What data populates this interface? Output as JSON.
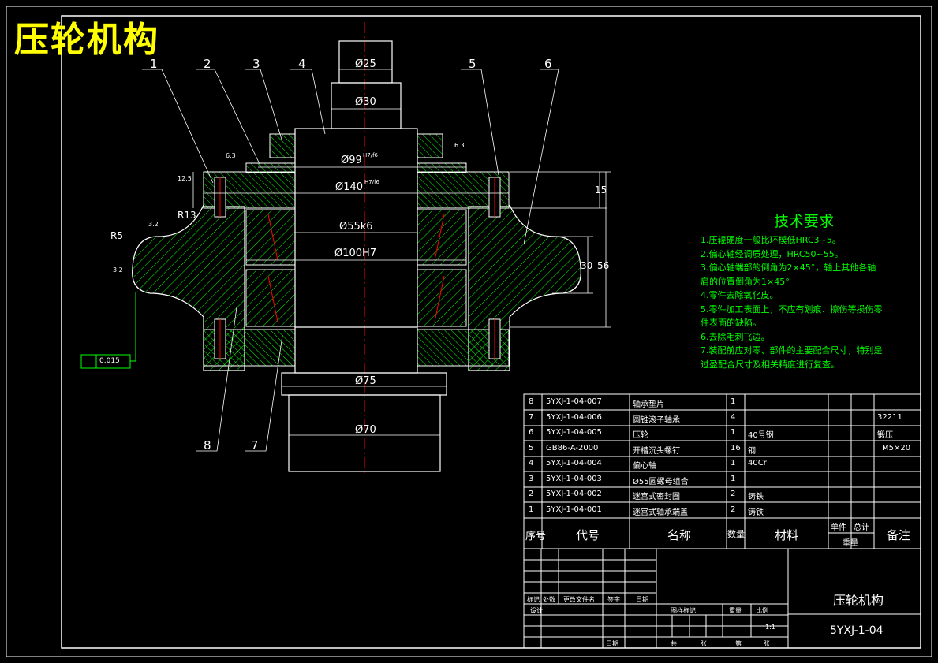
{
  "title": "压轮机构",
  "balloons": [
    "1",
    "2",
    "3",
    "4",
    "5",
    "6",
    "7",
    "8"
  ],
  "dims": {
    "d25": "Ø25",
    "d30": "Ø30",
    "d99": "Ø99",
    "d99tol": "H7/f6",
    "d140": "Ø140",
    "d140tol": "H7/f6",
    "d55": "Ø55k6",
    "d100": "Ø100H7",
    "d75": "Ø75",
    "d70": "Ø70",
    "r13": "R13",
    "r5": "R5",
    "rough1": "6.3",
    "rough2": "6.3",
    "rough3": "3.2",
    "rough4": "3.2",
    "h125": "12.5",
    "h15": "15",
    "h30": "30",
    "h56": "56",
    "flatness": "0.015"
  },
  "tech_req": {
    "heading": "技术要求",
    "lines": [
      "1.压辊硬度一般比环模低HRC3~5。",
      "2.偏心轴经调质处理，HRC50~55。",
      "3.偏心轴端部的倒角为2×45°，轴上其他各轴",
      "肩的位置倒角为1×45°",
      "4.零件去除氧化皮。",
      "5.零件加工表面上，不应有划痕、擦伤等损伤零",
      "件表面的缺陷。",
      "6.去除毛刺飞边。",
      "7.装配前应对零、部件的主要配合尺寸，特别是",
      "过盈配合尺寸及相关精度进行复查。"
    ]
  },
  "bom": {
    "rows": [
      {
        "no": "8",
        "code": "5YXJ-1-04-007",
        "name": "轴承垫片",
        "qty": "1",
        "mat": "",
        "note": ""
      },
      {
        "no": "7",
        "code": "5YXJ-1-04-006",
        "name": "圆锥滚子轴承",
        "qty": "4",
        "mat": "",
        "note": "32211"
      },
      {
        "no": "6",
        "code": "5YXJ-1-04-005",
        "name": "压轮",
        "qty": "1",
        "mat": "40号钢",
        "note": "锻压"
      },
      {
        "no": "5",
        "code": "GB86-A-2000",
        "name": "开槽沉头螺钉",
        "qty": "16",
        "mat": "钢",
        "note": "M5×20"
      },
      {
        "no": "4",
        "code": "5YXJ-1-04-004",
        "name": "偏心轴",
        "qty": "1",
        "mat": "40Cr",
        "note": ""
      },
      {
        "no": "3",
        "code": "5YXJ-1-04-003",
        "name": "Ø55圆螺母组合",
        "qty": "1",
        "mat": "",
        "note": ""
      },
      {
        "no": "2",
        "code": "5YXJ-1-04-002",
        "name": "迷宫式密封圈",
        "qty": "2",
        "mat": "铸铁",
        "note": ""
      },
      {
        "no": "1",
        "code": "5YXJ-1-04-001",
        "name": "迷宫式轴承端盖",
        "qty": "2",
        "mat": "铸铁",
        "note": ""
      }
    ],
    "header": {
      "no": "序号",
      "code": "代号",
      "name": "名称",
      "qty": "数量",
      "mat": "材料",
      "single": "单件",
      "total": "总计",
      "weight": "重量",
      "note": "备注"
    }
  },
  "titleblock": {
    "name": "压轮机构",
    "drawing_no": "5YXJ-1-04",
    "scale": "1:1",
    "labels": {
      "mark": "标记",
      "count": "处数",
      "file": "更改文件名",
      "sign": "签字",
      "date": "日期",
      "design": "设计",
      "stage": "图样标记",
      "weight": "重量",
      "scale": "比例",
      "date2": "日期",
      "total": "共",
      "page_of": "张",
      "sheet": "第",
      "page": "张"
    }
  },
  "colors": {
    "bg": "#000000",
    "line": "#ffffff",
    "green": "#00ff00",
    "red": "#ff0000",
    "yellow": "#ffff00",
    "hatch": "#00ff00"
  }
}
